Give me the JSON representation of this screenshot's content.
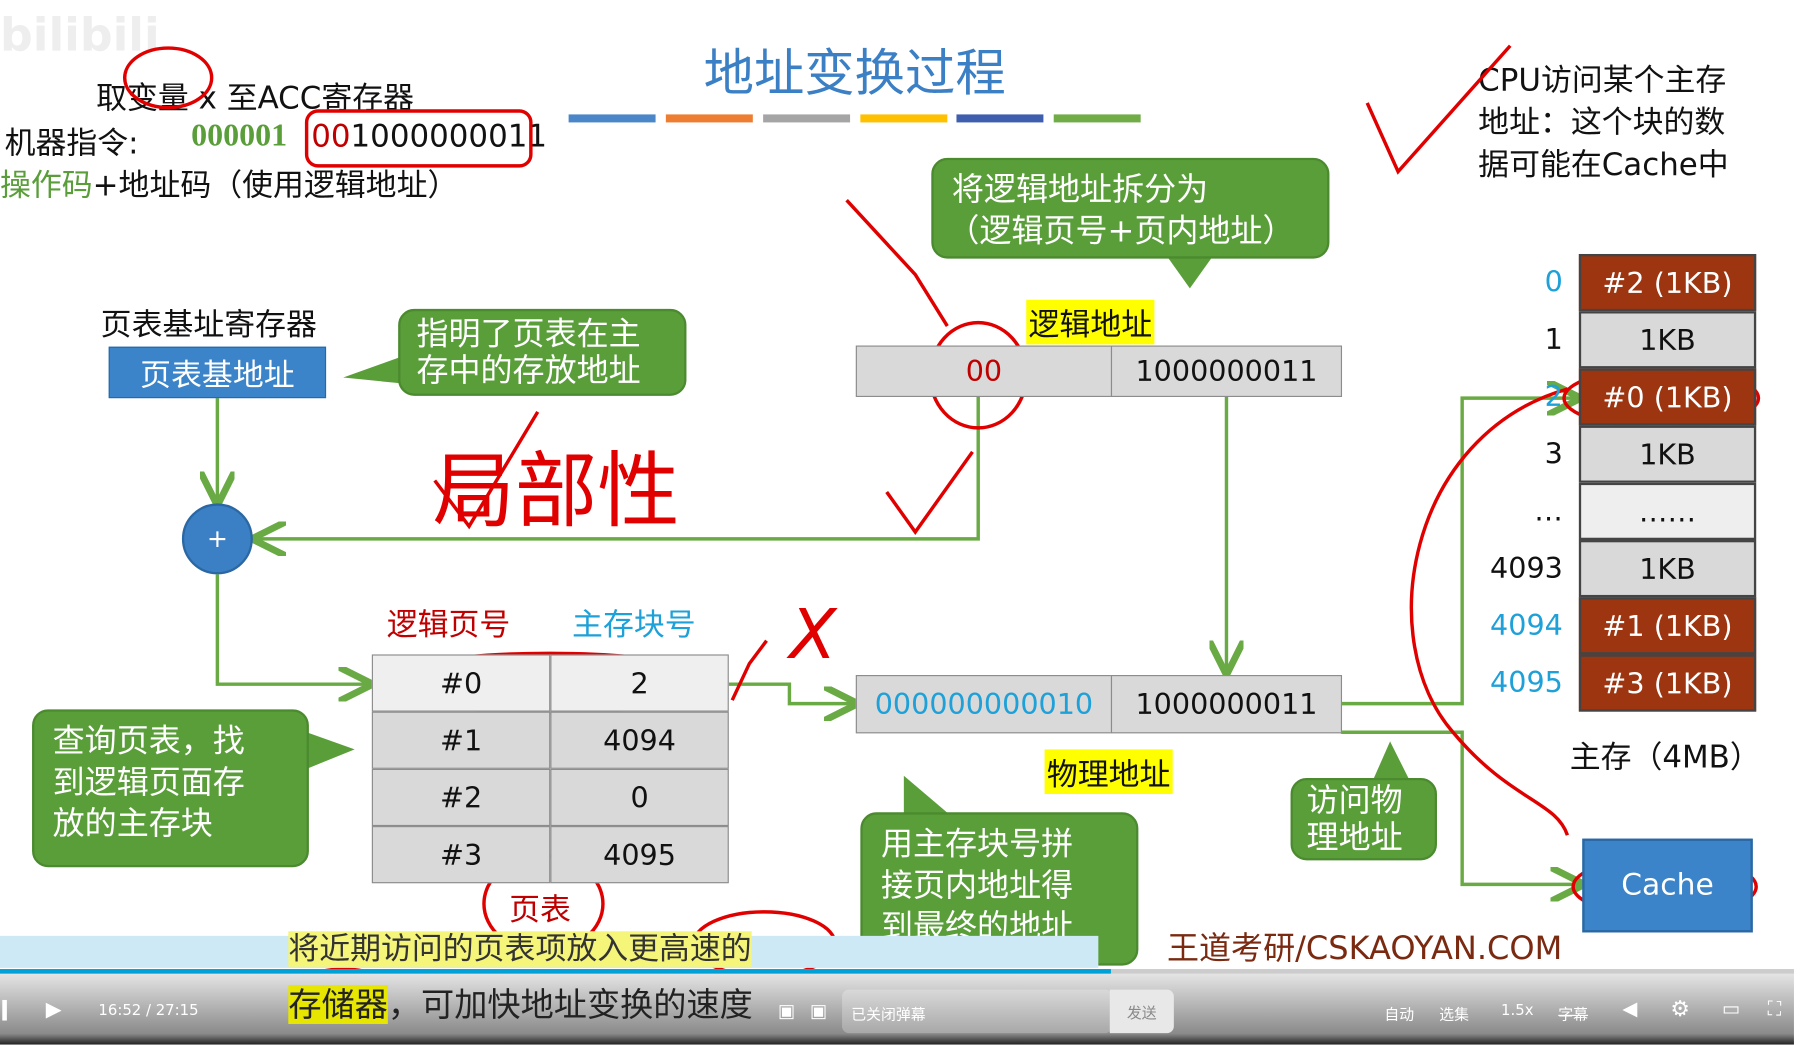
{
  "slide": {
    "watermark": "bilibili",
    "title": "地址变换过程",
    "title_bar_colors": [
      "#4a86c8",
      "#ed7d31",
      "#a5a5a5",
      "#ffc000",
      "#3f5fae",
      "#70ad47"
    ],
    "instruction": {
      "line1": "取变量 x 至ACC寄存器",
      "label": "机器指令:",
      "opcode": "000001",
      "addr_red": "00",
      "addr_rest": "1000000011",
      "line3_green": "操作码",
      "line3_rest": "+地址码（使用逻辑地址）"
    },
    "cpu_note": [
      "CPU访问某个主存",
      "地址：这个块的数",
      "据可能在Cache中"
    ],
    "split_callout": [
      "将逻辑地址拆分为",
      "（逻辑页号+页内地址）"
    ],
    "logical_address": {
      "label": "逻辑地址",
      "page": "00",
      "offset": "1000000011"
    },
    "ptbr": {
      "label": "页表基址寄存器",
      "value": "页表基地址"
    },
    "ptbr_callout": [
      "指明了页表在主",
      "存中的存放地址"
    ],
    "adder": "+",
    "page_table": {
      "headers": [
        "逻辑页号",
        "主存块号"
      ],
      "rows": [
        [
          "#0",
          "2"
        ],
        [
          "#1",
          "4094"
        ],
        [
          "#2",
          "0"
        ],
        [
          "#3",
          "4095"
        ]
      ],
      "caption": "页表"
    },
    "lookup_callout": [
      "查询页表，找",
      "到逻辑页面存",
      "放的主存块"
    ],
    "physical_address": {
      "label": "物理地址",
      "block": "000000000010",
      "offset": "1000000011"
    },
    "concat_callout": [
      "用主存块号拼",
      "接页内地址得",
      "到最终的地址"
    ],
    "access_callout": [
      "访问物",
      "理地址"
    ],
    "memory": {
      "rows": [
        {
          "label": "0",
          "value": "#2 (1KB)",
          "highlight": true
        },
        {
          "label": "1",
          "value": "1KB",
          "highlight": false
        },
        {
          "label": "2",
          "value": "#0 (1KB)",
          "highlight": true
        },
        {
          "label": "3",
          "value": "1KB",
          "highlight": false
        },
        {
          "label": "…",
          "value": "……",
          "highlight": false
        },
        {
          "label": "4093",
          "value": "1KB",
          "highlight": false
        },
        {
          "label": "4094",
          "value": "#1 (1KB)",
          "highlight": true
        },
        {
          "label": "4095",
          "value": "#3 (1KB)",
          "highlight": true
        }
      ],
      "caption": "主存（4MB）"
    },
    "cache": "Cache",
    "handwritten": {
      "locality": "局部性",
      "x_mark": "X"
    },
    "subtitle": {
      "line1": "将近期访问的页表项放入更高速的",
      "line2_hl": "存储器",
      "line2_rest": "，可加快地址变换的速度"
    }
  },
  "player": {
    "progress_percent": 61.9,
    "time": "16:52 / 27:15",
    "danmaku_placeholder": "已关闭弹幕",
    "send": "发送",
    "brand": "王道考研/CSKAOYAN.COM",
    "auto": "自动",
    "episodes": "选集",
    "speed": "1.5x",
    "subtitle_btn": "字幕"
  }
}
